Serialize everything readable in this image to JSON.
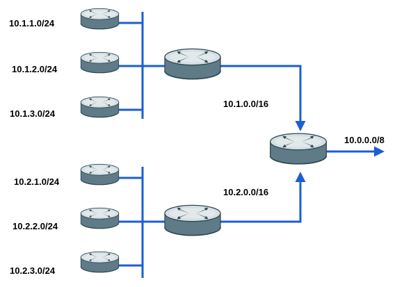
{
  "colors": {
    "link": "#1a5fd4",
    "bus": "#1a5fd4",
    "router_top": "#d6e0e4",
    "router_side": "#5f7b87",
    "router_dark": "#2f4650",
    "router_mark": "#ffffff"
  },
  "networks": {
    "net_1_1": "10.1.1.0/24",
    "net_1_2": "10.1.2.0/24",
    "net_1_3": "10.1.3.0/24",
    "net_2_1": "10.2.1.0/24",
    "net_2_2": "10.2.2.0/24",
    "net_2_3": "10.2.3.0/24"
  },
  "summaries": {
    "summary_1": "10.1.0.0/16",
    "summary_2": "10.2.0.0/16",
    "summary_core": "10.0.0.0/8"
  },
  "icons": {
    "router": "router-icon"
  }
}
